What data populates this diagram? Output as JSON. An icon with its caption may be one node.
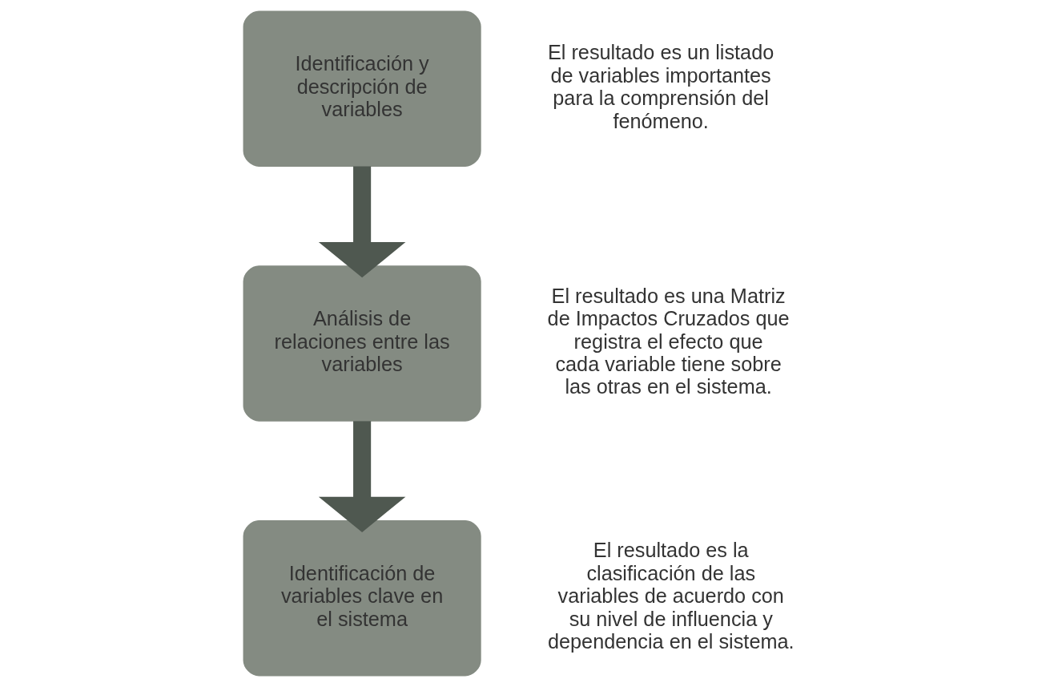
{
  "diagram": {
    "nodes": [
      {
        "text": [
          "Identificación y descripción de variables"
        ],
        "beside": [
          "El resultado es un listado de variables importantes para la comprensión del fenómeno."
        ]
      },
      {
        "text": [
          "Análisis de relaciones entre las variables"
        ],
        "beside": [
          "El resultado es una Matriz de Impactos Cruzados que registra el efecto que cada variable tiene sobre las otras en el sistema."
        ]
      },
      {
        "text": [
          "Identificación de variables clave en el sistema"
        ],
        "beside": [
          "El resultado es la clasificación de las variables de acuerdo con su nivel de influencia y dependencia en el sistema."
        ]
      }
    ],
    "edges": [
      {
        "from": 0,
        "to": 1,
        "arrow": "to"
      },
      {
        "from": 1,
        "to": 2,
        "arrow": "to"
      }
    ]
  }
}
